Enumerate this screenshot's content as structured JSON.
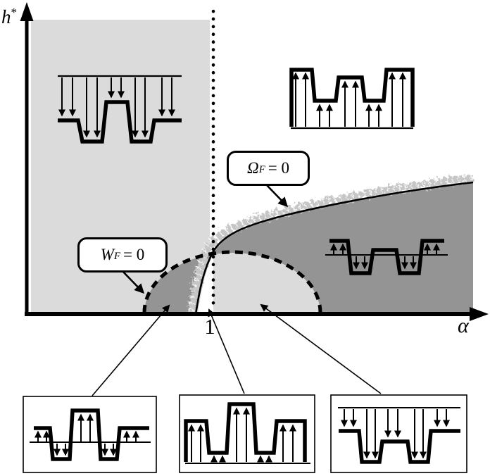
{
  "figure": {
    "type": "phase-diagram",
    "y_axis": {
      "base": "h",
      "sup": "*"
    },
    "x_axis": {
      "label": "α"
    },
    "x_tick": "1",
    "callouts": {
      "omega": {
        "base": "Ω",
        "sub": "F",
        "eq": "= 0"
      },
      "wf": {
        "base": "W",
        "sub": "F",
        "eq": "= 0"
      }
    },
    "curves": [
      {
        "name": "omega-F-zero boundary",
        "style": "solid",
        "label": "Ω_F = 0"
      },
      {
        "name": "W-F-zero boundary",
        "style": "dashed",
        "label": "W_F = 0"
      },
      {
        "name": "alpha-equals-one line",
        "style": "dotted",
        "at_x_tick": "1"
      }
    ],
    "colors": {
      "light_gray_region": "#dbdbdb",
      "dark_gray_region": "#949494",
      "stipple_band": "#c6c6c6",
      "line": "#000000",
      "background": "#ffffff"
    },
    "insets": [
      {
        "id": "upper-left",
        "location": "inside light region, alpha<1",
        "arrows": [
          "down",
          "down",
          "down",
          "down",
          "down"
        ],
        "profile": "middle plateau raised, top reference line"
      },
      {
        "id": "upper-right",
        "location": "white region, alpha>1",
        "arrows": [
          "up",
          "up",
          "up",
          "up",
          "up"
        ],
        "profile": "tall side plateaus, bottom reference line"
      },
      {
        "id": "mid-right",
        "location": "inside dark region",
        "arrows": [
          "up",
          "down",
          "none",
          "down",
          "up"
        ],
        "profile": "small profile on thin reference line"
      },
      {
        "id": "bottom-left",
        "location": "boxed, points to dark dome lobe",
        "arrows": [
          "up",
          "down",
          "up",
          "down",
          "up"
        ],
        "profile": "tall middle plateau, mid reference line"
      },
      {
        "id": "bottom-middle",
        "location": "boxed, points to gap at alpha=1",
        "arrows": [
          "up",
          "up",
          "up",
          "up",
          "up"
        ],
        "profile": "tall middle plateau, bottom reference line"
      },
      {
        "id": "bottom-right",
        "location": "boxed, points to light dome lobe",
        "arrows": [
          "down",
          "down",
          "down",
          "down",
          "down"
        ],
        "profile": "middle plateau lower, top reference line"
      }
    ]
  }
}
